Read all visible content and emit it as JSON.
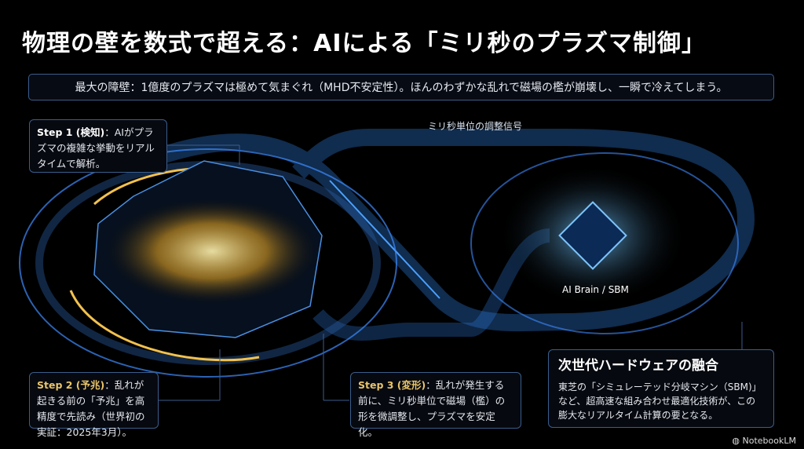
{
  "title": "物理の壁を数式で超える：AIによる「ミリ秒のプラズマ制御」",
  "banner": "最大の障壁：1億度のプラズマは極めて気まぐれ（MHD不安定性）。ほんのわずかな乱れで磁場の檻が崩壊し、一瞬で冷えてしまう。",
  "signal_label": "ミリ秒単位の調整信号",
  "brain_label": "AI Brain / SBM",
  "steps": [
    {
      "label": "Step 1 (検知)",
      "text": "：AIがプラズマの複雑な挙動をリアルタイムで解析。"
    },
    {
      "label": "Step 2 (予兆)",
      "text": "：乱れが起きる前の「予兆」を高精度で先読み（世界初の実証：2025年3月）。"
    },
    {
      "label": "Step 3 (変形)",
      "text": "：乱れが発生する前に、ミリ秒単位で磁場（檻）の形を微調整し、プラズマを安定化。"
    }
  ],
  "hardware": {
    "title": "次世代ハードウェアの融合",
    "text": "東芝の「シミュレーテッド分岐マシン（SBM)」など、超高速な組み合わせ最適化技術が、この膨大なリアルタイム計算の要となる。"
  },
  "logo": "NotebookLM",
  "colors": {
    "accent_blue": "#3d8bff",
    "plasma_gold": "#f2c14e",
    "border": "#3b5d8c"
  }
}
